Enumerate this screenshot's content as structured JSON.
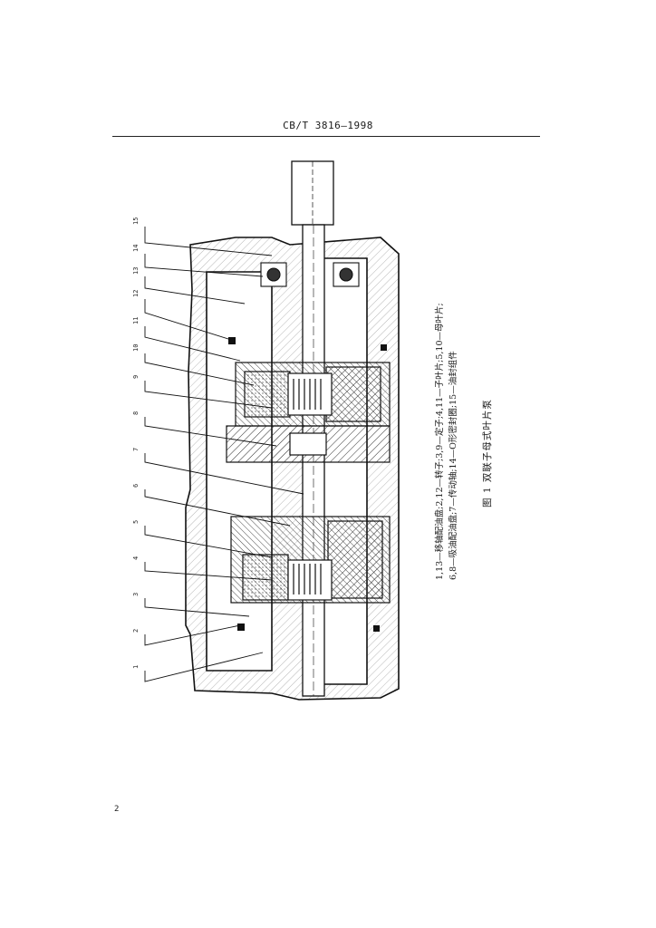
{
  "header": {
    "standard_code": "CB/T 3816—1998"
  },
  "page_number": "2",
  "figure": {
    "caption": "图 1  双联子母式叶片泵",
    "legend": [
      "1,13—移轴配油盘;2,12—转子;3,9—定子;4,11—子叶片;5,10—母叶片;",
      "6,8—吸油配油盘;7—传动轴;14—O形密封圈;15—油封组件"
    ],
    "callout_numbers": [
      "15",
      "14",
      "13",
      "12",
      "11",
      "10",
      "9",
      "8",
      "7",
      "6",
      "5",
      "4",
      "3",
      "2",
      "1"
    ]
  }
}
